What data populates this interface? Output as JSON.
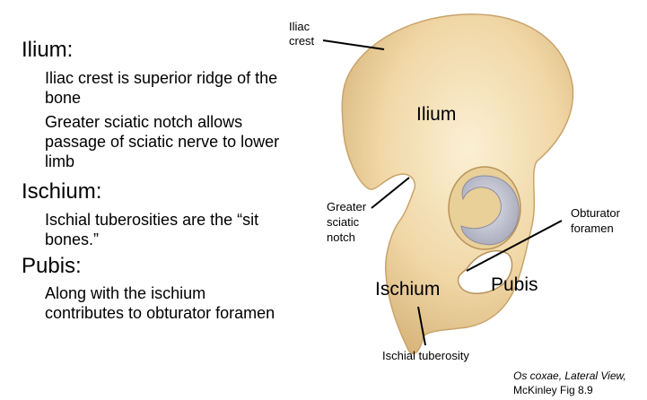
{
  "sections": [
    {
      "heading": "Ilium:",
      "points": [
        [
          "Iliac crest is superior ridge of the",
          "bone"
        ],
        [
          "Greater sciatic notch allows",
          "passage of sciatic nerve to lower",
          "limb"
        ]
      ]
    },
    {
      "heading": "Ischium:",
      "points": [
        [
          "Ischial tuberosities are the “sit",
          "bones.”"
        ]
      ]
    },
    {
      "heading": "Pubis:",
      "points": [
        [
          "Along with the ischium",
          "contributes to obturator foramen"
        ]
      ]
    }
  ],
  "diagram": {
    "labels": {
      "iliac_crest": [
        "Iliac",
        "crest"
      ],
      "ilium": "Ilium",
      "greater_sciatic_notch": [
        "Greater",
        "sciatic",
        "notch"
      ],
      "obturator_foramen": [
        "Obturator",
        "foramen"
      ],
      "ischium": "Ischium",
      "pubis": "Pubis",
      "ischial_tuberosity": "Ischial tuberosity"
    }
  },
  "caption": {
    "line1": "Os coxae, Lateral View,",
    "line2": "McKinley Fig 8.9"
  },
  "colors": {
    "bone": "#f2dcae",
    "bone_edge": "#c9a36a",
    "cartilage": "#c7c8d3",
    "line": "#000000"
  }
}
